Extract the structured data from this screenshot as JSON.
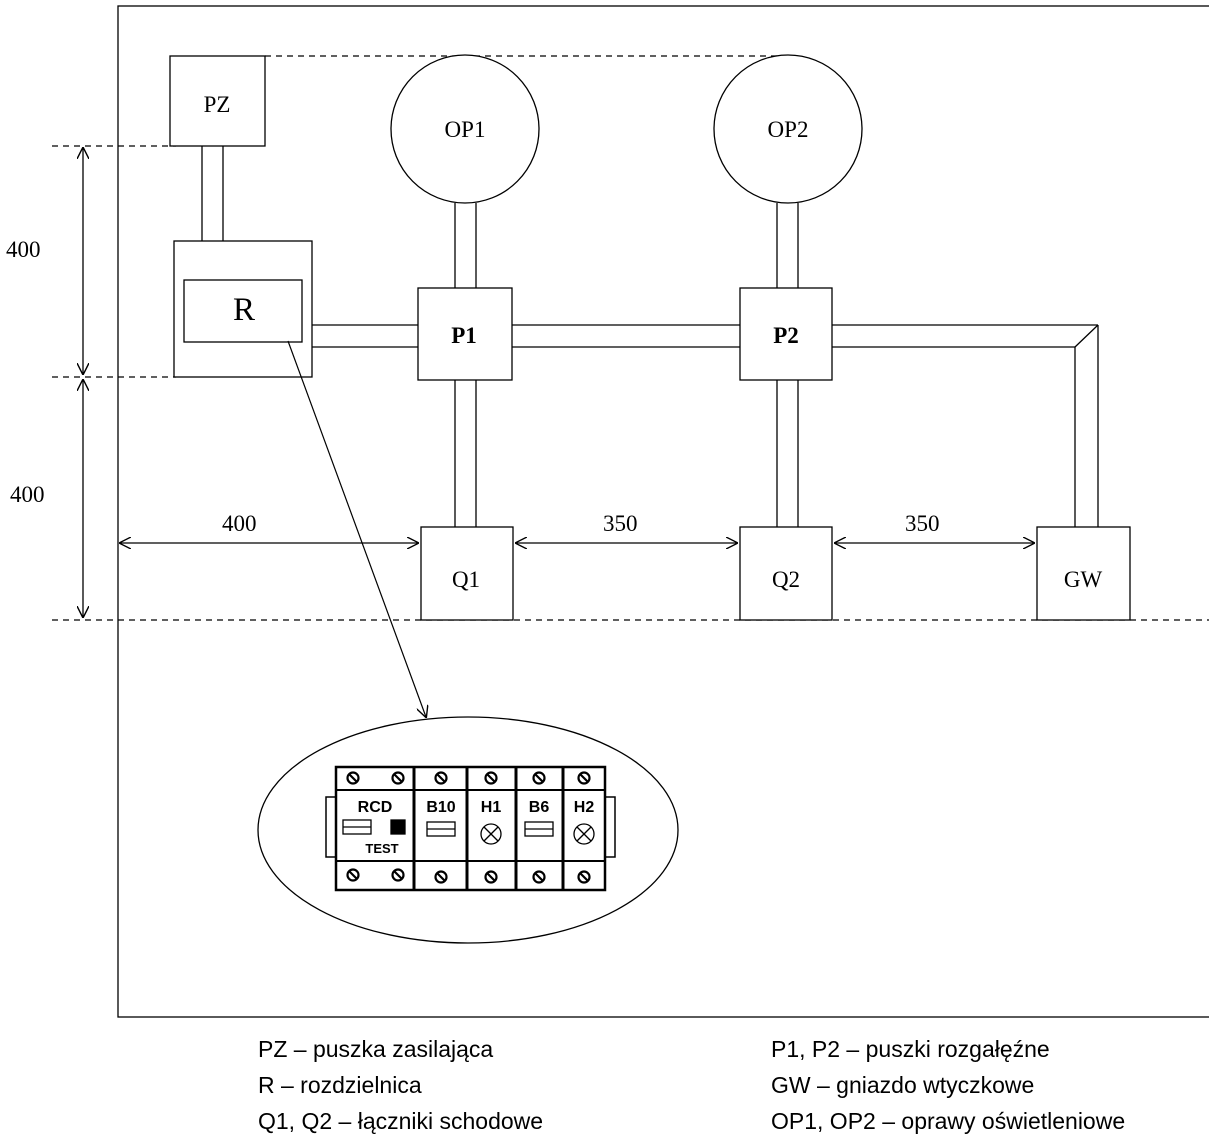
{
  "components": {
    "pz": "PZ",
    "op1": "OP1",
    "op2": "OP2",
    "r": "R",
    "p1": "P1",
    "p2": "P2",
    "q1": "Q1",
    "q2": "Q2",
    "gw": "GW"
  },
  "dimensions": {
    "vertical_top": "400",
    "vertical_bottom": "400",
    "horizontal_left": "400",
    "horizontal_mid": "350",
    "horizontal_right": "350"
  },
  "panel": {
    "modules": [
      "RCD",
      "B10",
      "H1",
      "B6",
      "H2"
    ],
    "test_label": "TEST"
  },
  "legend": {
    "left": [
      "PZ – puszka zasilająca",
      "R – rozdzielnica",
      "Q1, Q2 – łączniki schodowe"
    ],
    "right": [
      "P1, P2 – puszki rozgałęźne",
      "GW – gniazdo wtyczkowe",
      "OP1, OP2 – oprawy oświetleniowe"
    ]
  }
}
